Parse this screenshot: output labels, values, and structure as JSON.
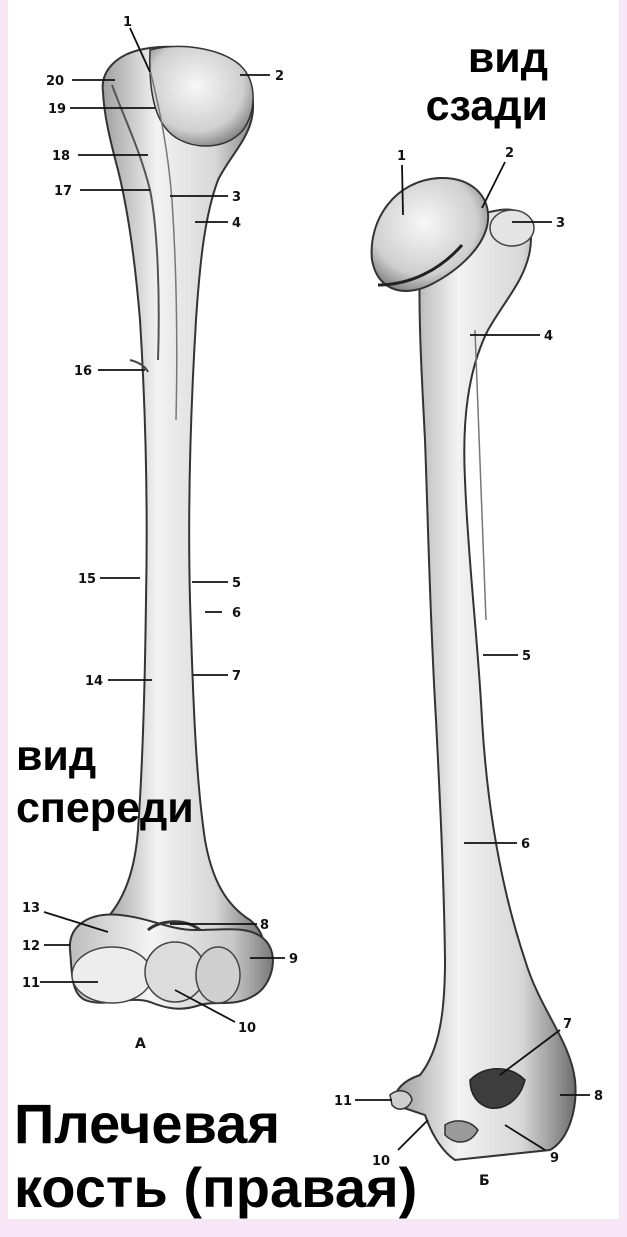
{
  "heading_back": [
    "вид",
    "сзади"
  ],
  "heading_front": [
    "вид",
    "спереди"
  ],
  "caption": [
    "Плечевая",
    "кость (правая)"
  ],
  "view_letters": {
    "front": "А",
    "back": "Б"
  },
  "front_labels": [
    "1",
    "2",
    "3",
    "4",
    "5",
    "6",
    "7",
    "8",
    "9",
    "10",
    "11",
    "12",
    "13",
    "14",
    "15",
    "16",
    "17",
    "18",
    "19",
    "20"
  ],
  "back_labels": [
    "1",
    "2",
    "3",
    "4",
    "5",
    "6",
    "7",
    "8",
    "9",
    "10",
    "11"
  ]
}
